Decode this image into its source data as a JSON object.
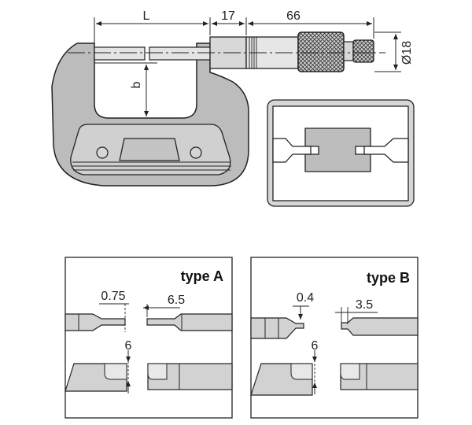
{
  "main_view": {
    "dims": {
      "L": "L",
      "d17": "17",
      "d66": "66",
      "dia": "Ø18",
      "b": "b"
    }
  },
  "type_a": {
    "title": "type A",
    "dims": {
      "tip": "0.75",
      "spindle": "6.5",
      "depth": "6"
    }
  },
  "type_b": {
    "title": "type B",
    "dims": {
      "tip": "0.4",
      "spindle": "3.5",
      "depth": "6"
    }
  },
  "colors": {
    "body": "#b8b8b8",
    "panel": "#d6d6d6",
    "line": "#222222"
  }
}
